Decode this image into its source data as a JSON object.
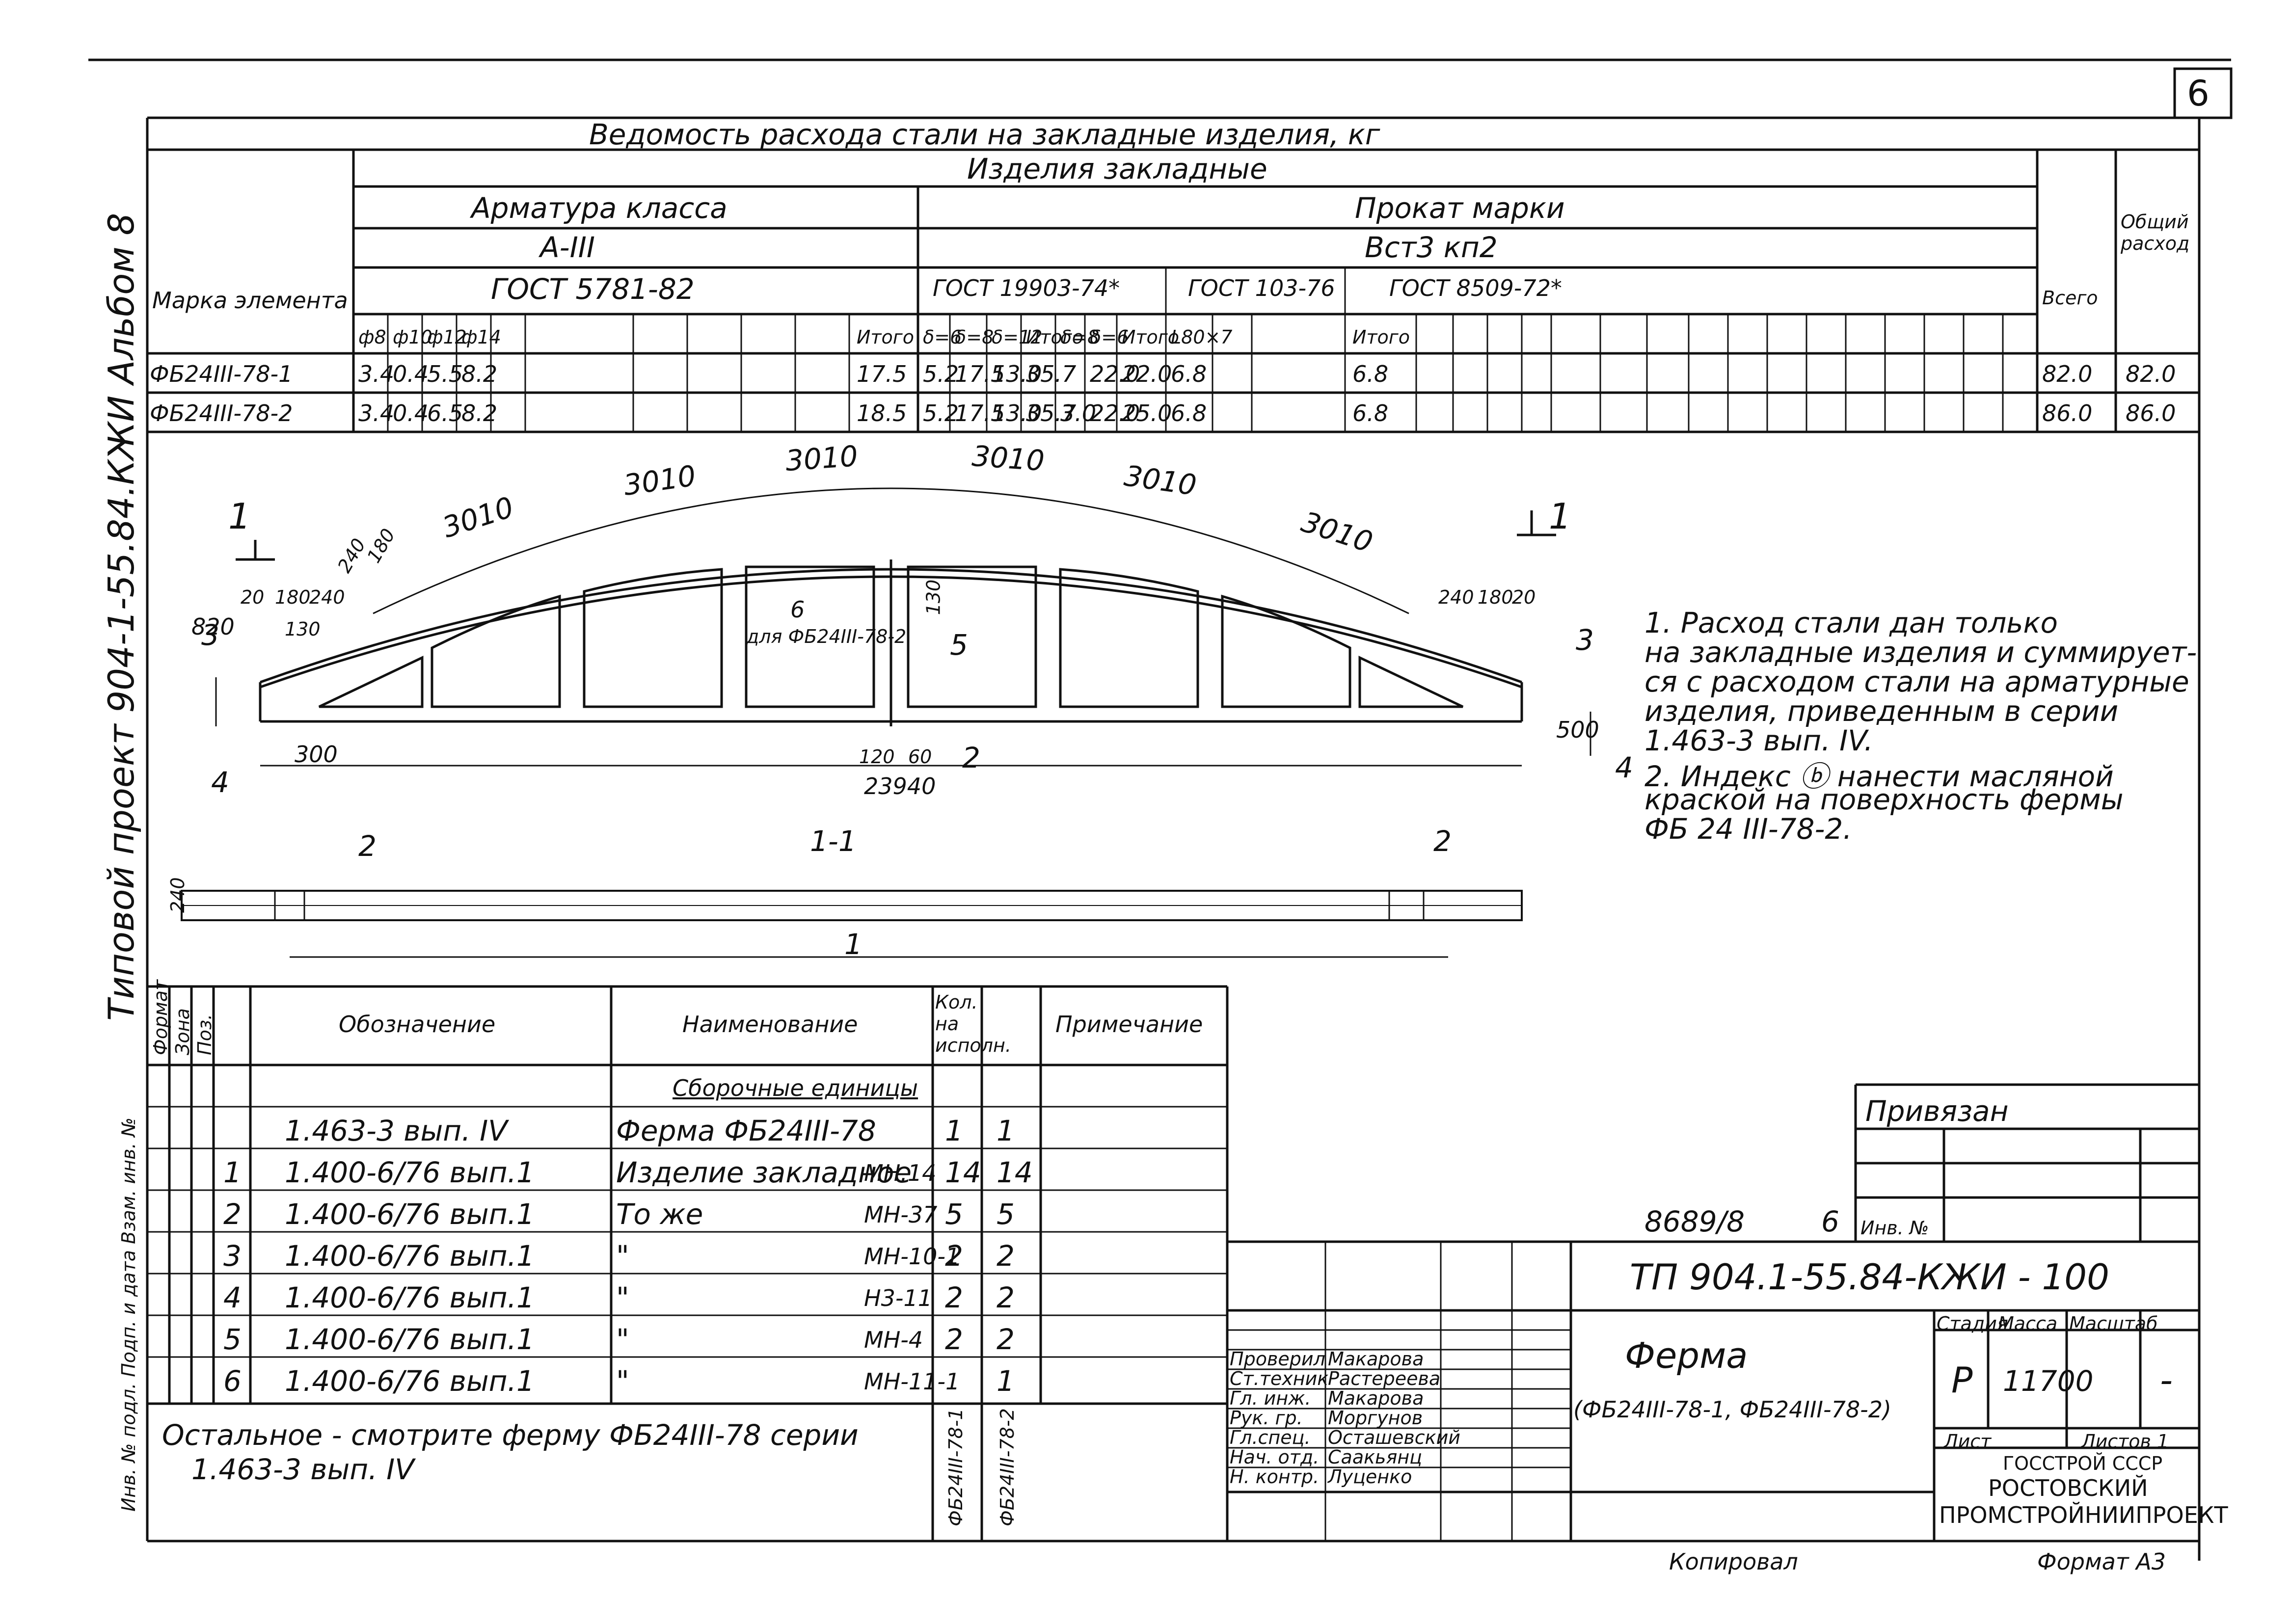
{
  "sheet_number": "6",
  "side": {
    "album": "Типовой проект 904-1-55.84.КЖИ Альбом 8",
    "inv": "Инв. № подл.  Подп. и дата  Взам. инв. №"
  },
  "steel_table": {
    "title": "Ведомость расхода стали на закладные изделия, кг",
    "group": "Изделия закладные",
    "rebar": "Арматура класса",
    "rebar_class": "А-III",
    "rebar_gost": "ГОСТ 5781-82",
    "rolled": "Прокат марки",
    "rolled_grade": "Вст3 кп2",
    "gost1": "ГОСТ 19903-74*",
    "gost2": "ГОСТ 103-76",
    "gost3": "ГОСТ 8509-72*",
    "mark_header": "Марка элемента",
    "total_header": "Всего",
    "grand_header": "Общий расход",
    "cols": [
      "ф8",
      "ф10",
      "ф12",
      "ф14",
      "",
      "",
      "",
      "Итого",
      "δ=6",
      "δ=8",
      "δ=12",
      "Итого",
      "δ=8",
      "δ=6",
      "Итого",
      "L80×7",
      "",
      "",
      "Итого"
    ],
    "rows": [
      {
        "mark": "ФБ24III-78-1",
        "vals": [
          "3.4",
          "0.4",
          "5.5",
          "8.2",
          "",
          "",
          "",
          "17.5",
          "5.2",
          "17.5",
          "13.0",
          "35.7",
          "",
          "22.0",
          "22.0",
          "6.8",
          "",
          "",
          "6.8"
        ],
        "total": "82.0",
        "grand": "82.0"
      },
      {
        "mark": "ФБ24III-78-2",
        "vals": [
          "3.4",
          "0.4",
          "6.5",
          "8.2",
          "",
          "",
          "",
          "18.5",
          "5.2",
          "17.5",
          "13.0",
          "35.7",
          "3.0",
          "22.0",
          "25.0",
          "6.8",
          "",
          "",
          "6.8"
        ],
        "total": "86.0",
        "grand": "86.0"
      }
    ]
  },
  "drawing": {
    "dims_top": [
      "3010",
      "3010",
      "3010",
      "3010",
      "3010",
      "3010"
    ],
    "d_240": "240",
    "d_180": "180",
    "d_20": "20",
    "d_130": "130",
    "d_820": "820",
    "d_300": "300",
    "d_500": "500",
    "d_120": "120",
    "d_60": "60",
    "total_len": "23940",
    "section": "1-1",
    "note6": "6",
    "note6b": "для ФБ24III-78-2",
    "pos": [
      "1",
      "2",
      "3",
      "4",
      "5"
    ],
    "cut": "1"
  },
  "notes": [
    "1. Расход стали дан только",
    "на закладные изделия и суммирует-",
    "ся с расходом стали на арматурные",
    "изделия, приведенным в серии",
    "1.463-3 вып. IV.",
    "2. Индекс ⓑ нанести масляной",
    "краской на поверхность фермы",
    "ФБ 24 III-78-2."
  ],
  "spec": {
    "h_format": "Формат",
    "h_zone": "Зона",
    "h_pos": "Поз.",
    "h_designation": "Обозначение",
    "h_name": "Наименование",
    "h_qty": "Кол. на исполн.",
    "h_note": "Примечание",
    "section": "Сборочные единицы",
    "rows": [
      {
        "pos": "",
        "des": "1.463-3 вып. IV",
        "name": "Ферма ФБ24III-78",
        "code": "",
        "q1": "1",
        "q2": "1"
      },
      {
        "pos": "1",
        "des": "1.400-6/76 вып.1",
        "name": "Изделие закладное",
        "code": "МН.14",
        "q1": "14",
        "q2": "14"
      },
      {
        "pos": "2",
        "des": "1.400-6/76 вып.1",
        "name": "То же",
        "code": "МН-37",
        "q1": "5",
        "q2": "5"
      },
      {
        "pos": "3",
        "des": "1.400-6/76 вып.1",
        "name": "\"",
        "code": "МН-10-1",
        "q1": "2",
        "q2": "2"
      },
      {
        "pos": "4",
        "des": "1.400-6/76 вып.1",
        "name": "\"",
        "code": "Н3-11",
        "q1": "2",
        "q2": "2"
      },
      {
        "pos": "5",
        "des": "1.400-6/76 вып.1",
        "name": "\"",
        "code": "МН-4",
        "q1": "2",
        "q2": "2"
      },
      {
        "pos": "6",
        "des": "1.400-6/76 вып.1",
        "name": "\"",
        "code": "МН-11-1",
        "q1": "",
        "q2": "1"
      }
    ],
    "footer1": "Остальное - смотрите ферму ФБ24III-78 серии",
    "footer2": "1.463-3 вып. IV",
    "var1": "ФБ24III-78-1",
    "var2": "ФБ24III-78-2"
  },
  "title_block": {
    "bound": "Привязан",
    "inv_label": "Инв. №",
    "archive": "8689/8",
    "archive_sheet": "6",
    "code": "ТП 904.1-55.84-КЖИ - 100",
    "name": "Ферма",
    "name2": "(ФБ24III-78-1, ФБ24III-78-2)",
    "stage_h": "Стадия",
    "mass_h": "Масса",
    "scale_h": "Масштаб",
    "stage": "Р",
    "mass": "11700",
    "scale": "-",
    "sheet_h": "Лист",
    "sheets_h": "Листов 1",
    "org1": "ГОССТРОЙ СССР",
    "org2": "РОСТОВСКИЙ",
    "org3": "ПРОМСТРОЙНИИПРОЕКТ",
    "people": [
      {
        "role": "Проверил",
        "name": "Макарова"
      },
      {
        "role": "Ст.техник",
        "name": "Растереева"
      },
      {
        "role": "Гл. инж.",
        "name": "Макарова"
      },
      {
        "role": "Рук. гр.",
        "name": "Моргунов"
      },
      {
        "role": "Гл.спец.",
        "name": "Осташевский"
      },
      {
        "role": "Нач. отд.",
        "name": "Саакьянц"
      },
      {
        "role": "Н. контр.",
        "name": "Луценко"
      }
    ],
    "copied": "Копировал",
    "format": "Формат А3"
  }
}
